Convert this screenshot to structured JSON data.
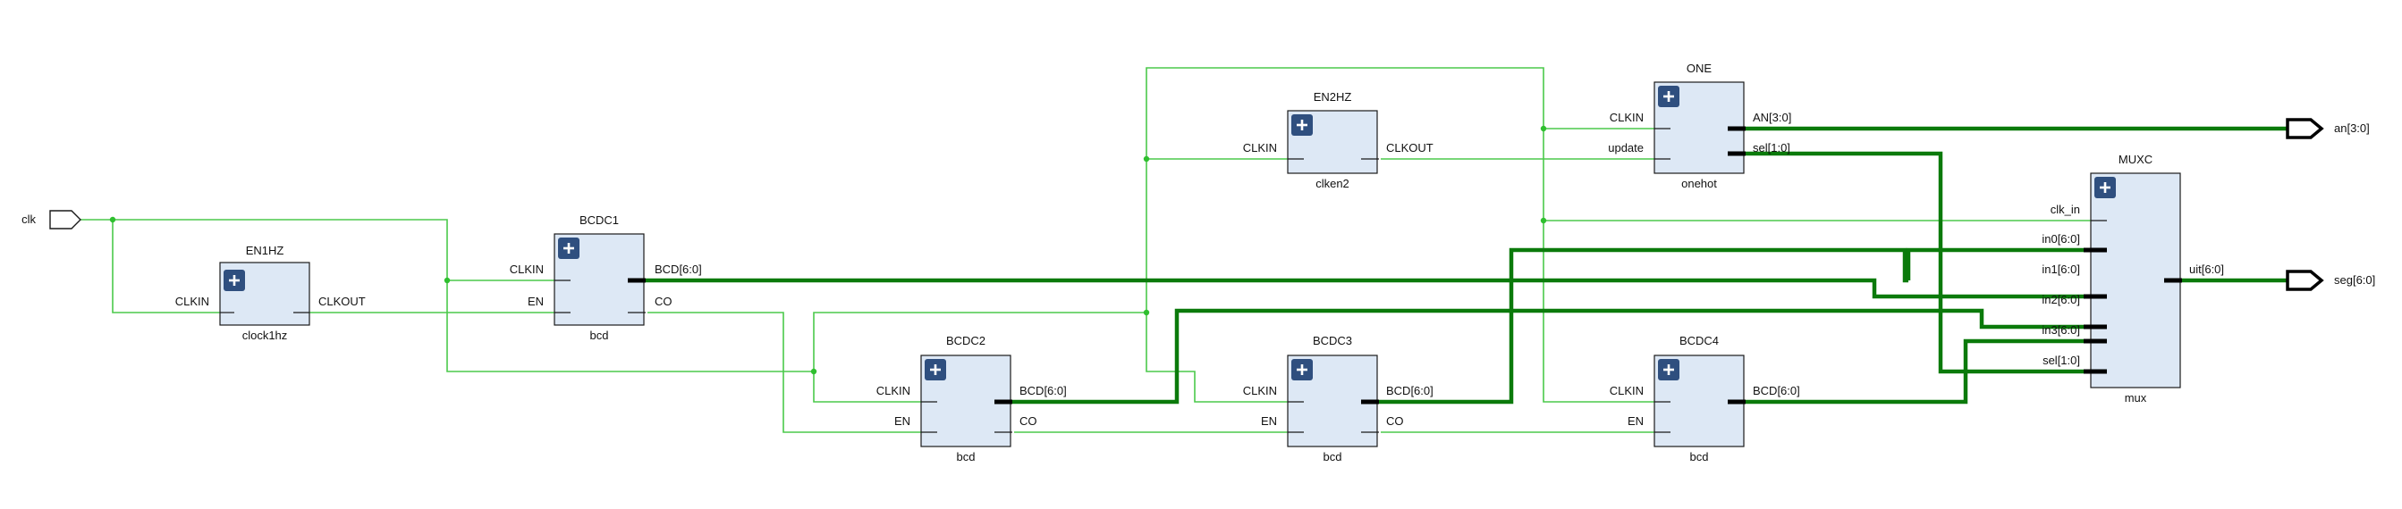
{
  "schematic": {
    "ports": {
      "clk": "clk",
      "an": "an[3:0]",
      "seg": "seg[6:0]"
    },
    "blocks": {
      "en1hz": {
        "instance": "EN1HZ",
        "cell": "clock1hz",
        "in1": "CLKIN",
        "out1": "CLKOUT"
      },
      "en2hz": {
        "instance": "EN2HZ",
        "cell": "clken2",
        "in1": "CLKIN",
        "out1": "CLKOUT"
      },
      "bcdc1": {
        "instance": "BCDC1",
        "cell": "bcd",
        "in1": "CLKIN",
        "in2": "EN",
        "out1": "BCD[6:0]",
        "out2": "CO"
      },
      "bcdc2": {
        "instance": "BCDC2",
        "cell": "bcd",
        "in1": "CLKIN",
        "in2": "EN",
        "out1": "BCD[6:0]",
        "out2": "CO"
      },
      "bcdc3": {
        "instance": "BCDC3",
        "cell": "bcd",
        "in1": "CLKIN",
        "in2": "EN",
        "out1": "BCD[6:0]",
        "out2": "CO"
      },
      "bcdc4": {
        "instance": "BCDC4",
        "cell": "bcd",
        "in1": "CLKIN",
        "in2": "EN",
        "out1": "BCD[6:0]"
      },
      "one": {
        "instance": "ONE",
        "cell": "onehot",
        "in1": "CLKIN",
        "in2": "update",
        "out1": "AN[3:0]",
        "out2": "sel[1:0]"
      },
      "muxc": {
        "instance": "MUXC",
        "cell": "mux",
        "in1": "clk_in",
        "in2": "in0[6:0]",
        "in3": "in1[6:0]",
        "in4": "in2[6:0]",
        "in5": "in3[6:0]",
        "in6": "sel[1:0]",
        "out1": "uit[6:0]"
      }
    }
  }
}
